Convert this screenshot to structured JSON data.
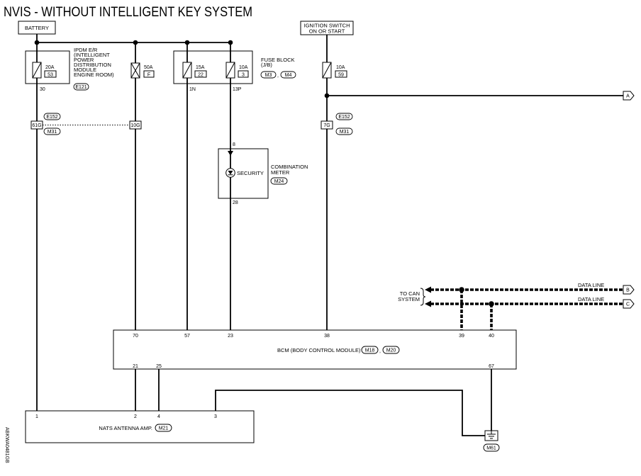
{
  "title": "NVIS - WITHOUT INTELLIGENT KEY SYSTEM",
  "battery": {
    "label": "BATTERY"
  },
  "ignition_switch": {
    "label": [
      "IGNITION SWITCH",
      "ON OR START"
    ]
  },
  "ipdm": {
    "label": [
      "IPDM E/R",
      "(INTELLIGENT",
      "POWER",
      "DISTRIBUTION",
      "MODULE",
      "ENGINE ROOM)"
    ],
    "connector": "E121",
    "fuse": {
      "rating": "20A",
      "number": "53"
    },
    "terminal": "30"
  },
  "fusible_link": {
    "rating": "50A",
    "number": "F"
  },
  "fuse_block": {
    "label": [
      "FUSE BLOCK",
      "(J/B)"
    ],
    "connectors": [
      "M3",
      "M4"
    ],
    "separator": ",",
    "fuses": [
      {
        "rating": "15A",
        "number": "22",
        "terminal": "1N"
      },
      {
        "rating": "10A",
        "number": "3",
        "terminal": "13P"
      }
    ]
  },
  "ignition_fuse": {
    "rating": "10A",
    "number": "59"
  },
  "harness_connectors": {
    "left": {
      "terminals": [
        "61G",
        "10G"
      ],
      "connectors": [
        "E152",
        "M31"
      ]
    },
    "right": {
      "terminal": "7G",
      "connectors": [
        "E152",
        "M31"
      ]
    }
  },
  "combination_meter": {
    "label": [
      "COMBINATION",
      "METER"
    ],
    "connector": "M24",
    "indicator": "SECURITY",
    "terminals": [
      "8",
      "28"
    ]
  },
  "can": {
    "label": [
      "TO CAN",
      "SYSTEM"
    ],
    "lines": [
      "DATA LINE",
      "DATA LINE"
    ]
  },
  "bcm": {
    "label": "BCM (BODY CONTROL MODULE)",
    "connectors": [
      "M18",
      "M20"
    ],
    "separator": ",",
    "top_terminals": [
      "70",
      "57",
      "23",
      "38",
      "39",
      "40"
    ],
    "bottom_terminals": [
      "21",
      "25",
      "67"
    ]
  },
  "nats_antenna_amp": {
    "label": "NATS ANTENNA AMP.",
    "connector": "M21",
    "terminals": [
      "1",
      "2",
      "4",
      "3"
    ]
  },
  "ground": {
    "connector": "M61",
    "icon": "ground-icon"
  },
  "off_page_connectors": [
    "A",
    "B",
    "C"
  ],
  "figure_id": "ABKWA0481GB"
}
